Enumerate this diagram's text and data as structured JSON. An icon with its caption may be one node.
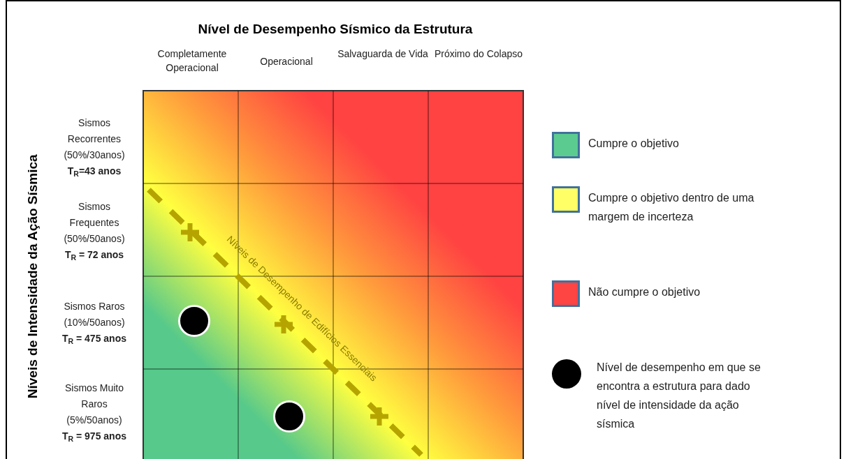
{
  "diagram": {
    "title": "Nível de Desempenho Sísmico da Estrutura",
    "nodes": [
      {
        "text": [],
        "shape": "circle"
      },
      {
        "text": [],
        "shape": "circle"
      }
    ],
    "labels": [
      "Completamente Operacional",
      "Operacional",
      "Salvaguarda de Vida",
      "Próximo do Colapso",
      "Níveis de Intensidade da Ação Sísmica",
      "Sismos Recorrentes (50%/30anos)",
      "T$_{R}$=43 anos",
      "Sismos Frequentes (50%/50anos)",
      "T$_{R}$ = 72 anos",
      "Sismos Raros (10%/50anos)",
      "T$_{R}$ = 475 anos",
      "Sismos Muito Raros (5%/50anos)",
      "T$_{R}$ = 975 anos",
      "Níveis de Desempenho de Edifícios Essenciais"
    ],
    "legend": [
      {
        "text": "Cumpre o objetivo",
        "color": "#5ccb8f"
      },
      {
        "text": "Cumpre o objetivo dentro de uma margem de incerteza",
        "color": "#ffff66"
      },
      {
        "text": "Não cumpre o objetivo",
        "color": "#ff4444"
      },
      {
        "text": "Nível de desempenho em que se encontra a estrutura para dado nível de intensidade da ação sísmica"
      }
    ]
  }
}
